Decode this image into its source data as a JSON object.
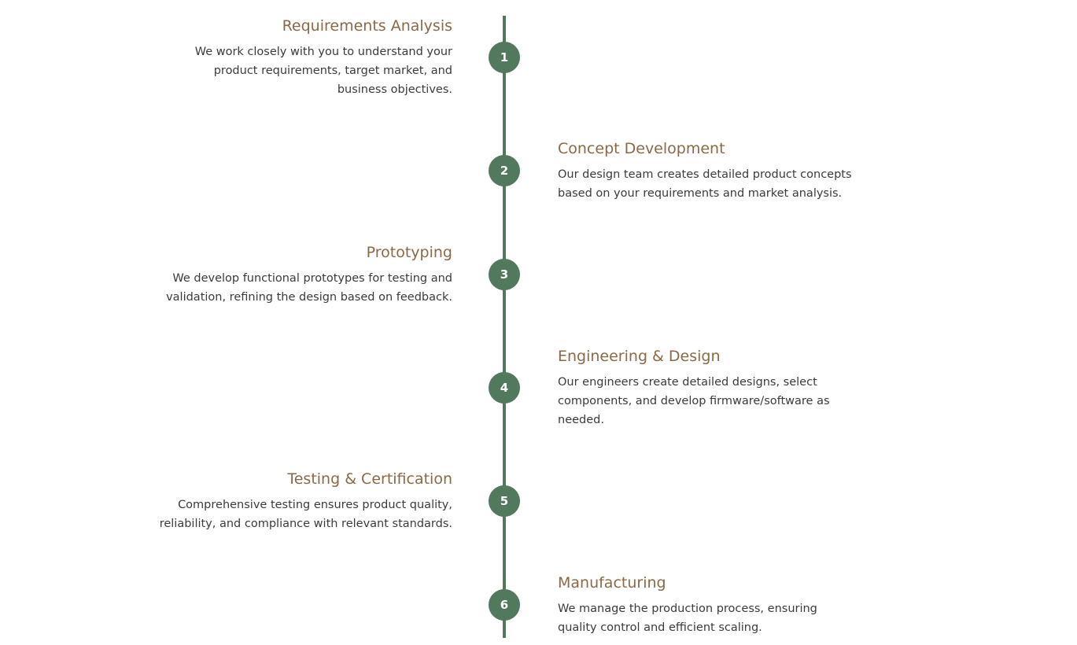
{
  "colors": {
    "accent": "#52785e",
    "title": "#8a6a46",
    "text": "#3b3b3b"
  },
  "steps": [
    {
      "number": "1",
      "title": "Requirements Analysis",
      "description": "We work closely with you to understand your product requirements, target market, and business objectives."
    },
    {
      "number": "2",
      "title": "Concept Development",
      "description": "Our design team creates detailed product concepts based on your requirements and market analysis."
    },
    {
      "number": "3",
      "title": "Prototyping",
      "description": "We develop functional prototypes for testing and validation, refining the design based on feedback."
    },
    {
      "number": "4",
      "title": "Engineering & Design",
      "description": "Our engineers create detailed designs, select components, and develop firmware/software as needed."
    },
    {
      "number": "5",
      "title": "Testing & Certification",
      "description": "Comprehensive testing ensures product quality, reliability, and compliance with relevant standards."
    },
    {
      "number": "6",
      "title": "Manufacturing",
      "description": "We manage the production process, ensuring quality control and efficient scaling."
    }
  ]
}
